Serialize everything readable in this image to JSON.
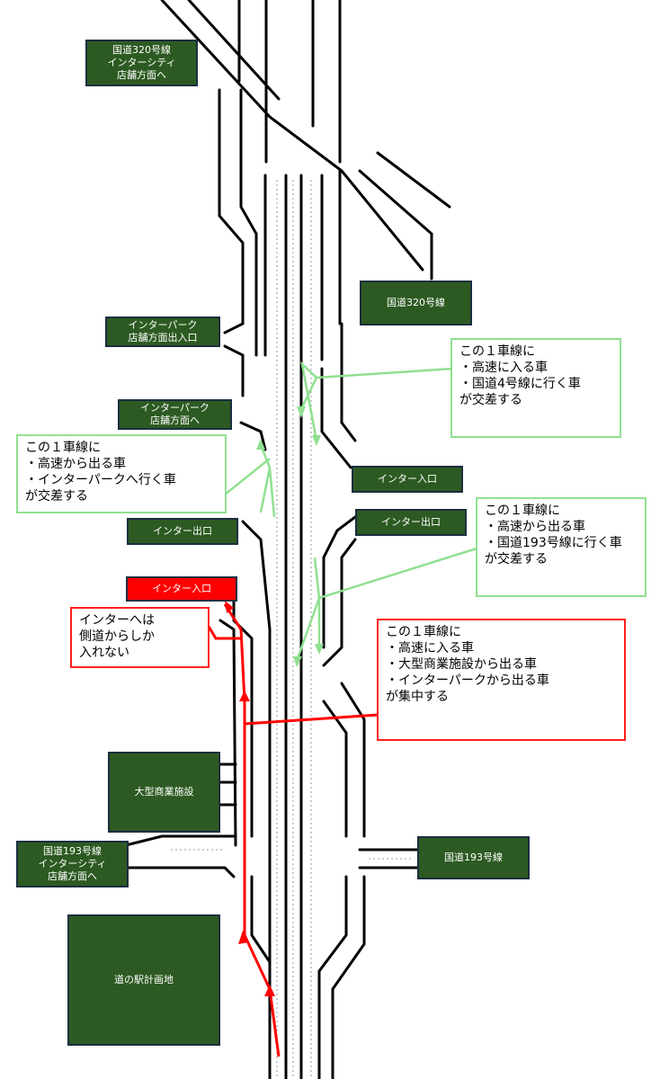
{
  "labels": {
    "r320_city": [
      "国道320号線",
      "インターシティ",
      "店舗方面へ"
    ],
    "r320": [
      "国道320号線"
    ],
    "park_io": [
      "インターパーク",
      "店舗方面出入口"
    ],
    "park_to": [
      "インターパーク",
      "店舗方面へ"
    ],
    "inter_in_right": [
      "インター入口"
    ],
    "inter_out_left": [
      "インター出口"
    ],
    "inter_out_right": [
      "インター出口"
    ],
    "inter_in_red": [
      "インター入口"
    ],
    "mall": [
      "大型商業施設"
    ],
    "r193_city": [
      "国道193号線",
      "インターシティ",
      "店舗方面へ"
    ],
    "r193": [
      "国道193号線"
    ],
    "station": [
      "道の駅計画地"
    ]
  },
  "callouts": {
    "top_right": [
      "この１車線に",
      "・高速に入る車",
      "・国道4号線に行く車",
      "が交差する"
    ],
    "left": [
      "この１車線に",
      "・高速から出る車",
      "・インターパークへ行く車",
      "が交差する"
    ],
    "mid_right": [
      "この１車線に",
      "・高速から出る車",
      "・国道193号線に行く車",
      "が交差する"
    ],
    "side_road": [
      "インターへは",
      "側道からしか",
      "入れない"
    ],
    "red_big": [
      "この１車線に",
      "・高速に入る車",
      "・大型商業施設から出る車",
      "・インターパークから出る車",
      "が集中する"
    ]
  },
  "colors": {
    "road": "#000000",
    "label_bg": "#2d5a22",
    "green_arrow": "#90e090",
    "red_arrow": "#ff0000"
  }
}
